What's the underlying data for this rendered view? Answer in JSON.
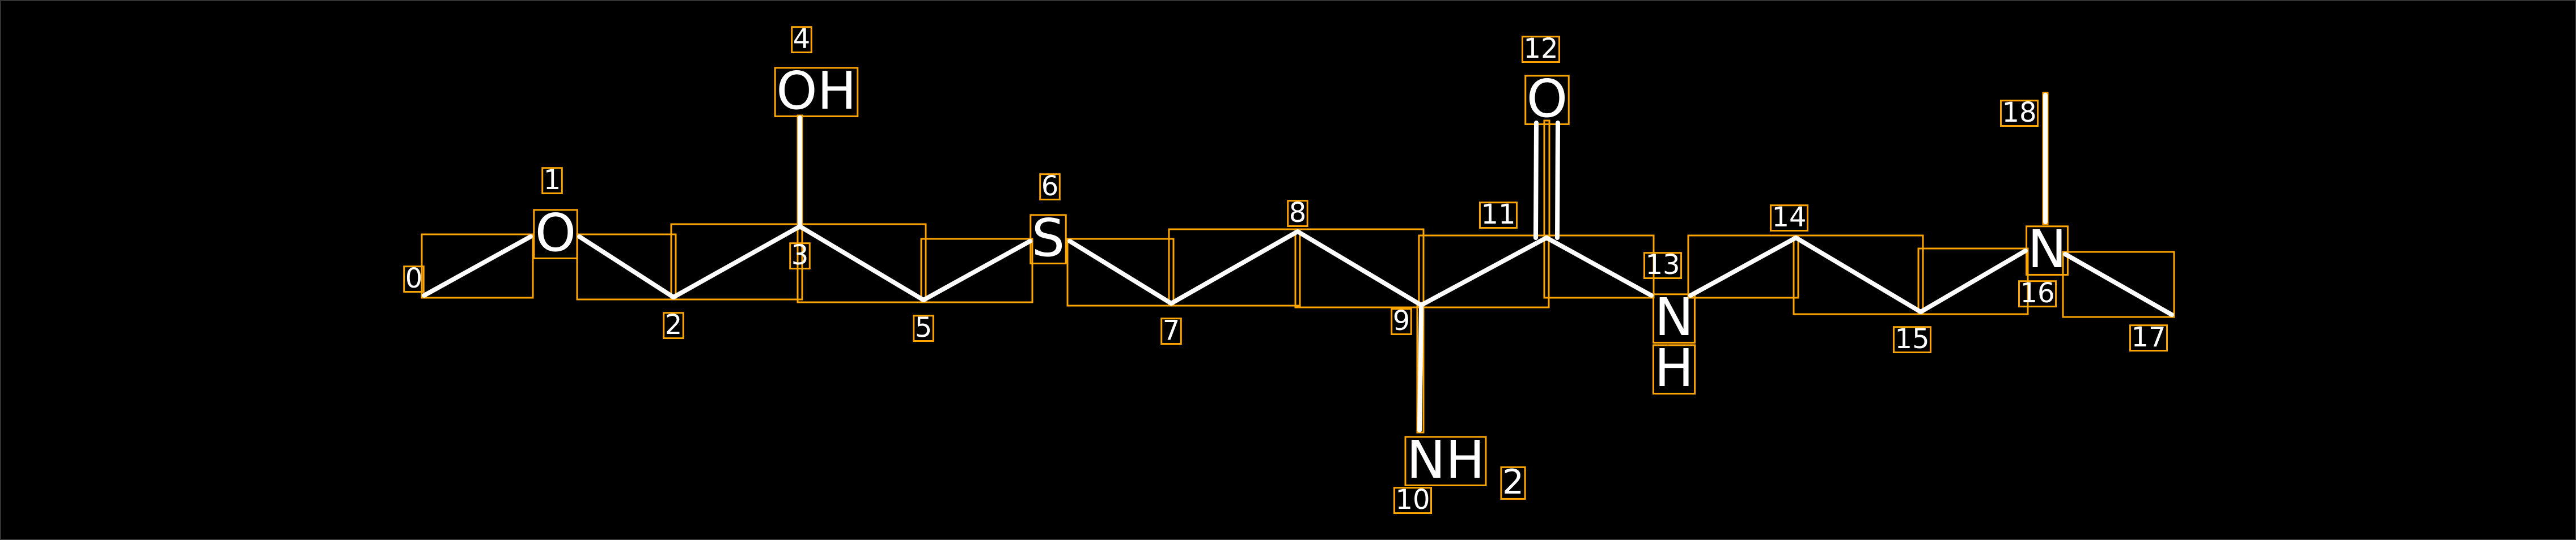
{
  "colors": {
    "background": "#000000",
    "bond": "#ffffff",
    "annotation_box": "#FFA500"
  },
  "atoms": [
    {
      "index": "0",
      "label": ""
    },
    {
      "index": "1",
      "label": "O"
    },
    {
      "index": "2",
      "label": ""
    },
    {
      "index": "3",
      "label": ""
    },
    {
      "index": "4",
      "label": "OH"
    },
    {
      "index": "5",
      "label": ""
    },
    {
      "index": "6",
      "label": "S"
    },
    {
      "index": "7",
      "label": ""
    },
    {
      "index": "8",
      "label": ""
    },
    {
      "index": "9",
      "label": ""
    },
    {
      "index": "10",
      "label": "NH",
      "subscript": "2"
    },
    {
      "index": "11",
      "label": ""
    },
    {
      "index": "12",
      "label": "O"
    },
    {
      "index": "13",
      "label": "N",
      "label2": "H"
    },
    {
      "index": "14",
      "label": ""
    },
    {
      "index": "15",
      "label": ""
    },
    {
      "index": "16",
      "label": "N"
    },
    {
      "index": "17",
      "label": ""
    },
    {
      "index": "18",
      "label": ""
    }
  ],
  "bonds": [
    {
      "a": 0,
      "b": 1,
      "order": 1
    },
    {
      "a": 1,
      "b": 2,
      "order": 1
    },
    {
      "a": 2,
      "b": 3,
      "order": 1
    },
    {
      "a": 3,
      "b": 4,
      "order": 1
    },
    {
      "a": 3,
      "b": 5,
      "order": 1
    },
    {
      "a": 5,
      "b": 6,
      "order": 1
    },
    {
      "a": 6,
      "b": 7,
      "order": 1
    },
    {
      "a": 7,
      "b": 8,
      "order": 1
    },
    {
      "a": 8,
      "b": 9,
      "order": 1
    },
    {
      "a": 9,
      "b": 10,
      "order": 1
    },
    {
      "a": 9,
      "b": 11,
      "order": 1
    },
    {
      "a": 11,
      "b": 12,
      "order": 2
    },
    {
      "a": 11,
      "b": 13,
      "order": 1
    },
    {
      "a": 13,
      "b": 14,
      "order": 1
    },
    {
      "a": 14,
      "b": 15,
      "order": 1
    },
    {
      "a": 15,
      "b": 16,
      "order": 1
    },
    {
      "a": 16,
      "b": 17,
      "order": 1
    },
    {
      "a": 16,
      "b": 18,
      "order": 1
    }
  ]
}
